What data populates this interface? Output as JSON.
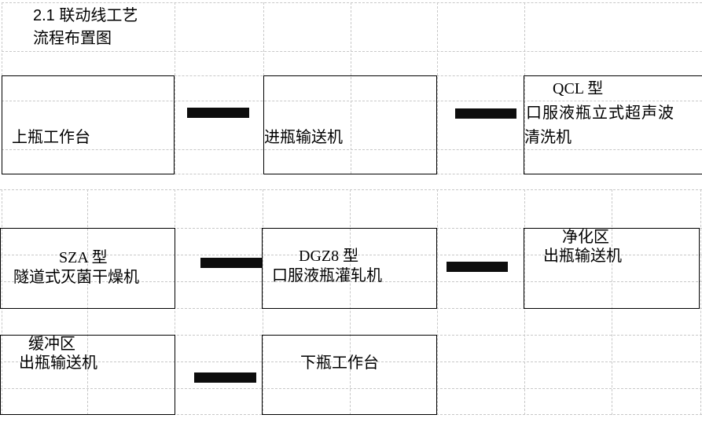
{
  "title": {
    "line1": "2.1  联动线工艺",
    "line2": "流程布置图"
  },
  "stations": [
    {
      "lines": [
        "上瓶工作台"
      ]
    },
    {
      "lines": [
        "进瓶输送机"
      ]
    },
    {
      "lines": [
        "QCL 型",
        "口服液瓶立式超声波",
        "清洗机"
      ]
    },
    {
      "lines": [
        "SZA 型",
        "隧道式灭菌干燥机"
      ]
    },
    {
      "lines": [
        "DGZ8 型",
        "口服液瓶灌轧机"
      ]
    },
    {
      "lines": [
        "净化区",
        "出瓶输送机"
      ]
    },
    {
      "lines": [
        "缓冲区",
        "出瓶输送机"
      ]
    },
    {
      "lines": [
        "下瓶工作台"
      ]
    }
  ],
  "colors": {
    "connector": "#0d0d0d",
    "grid": "#c8c8c8",
    "border": "#000000"
  }
}
